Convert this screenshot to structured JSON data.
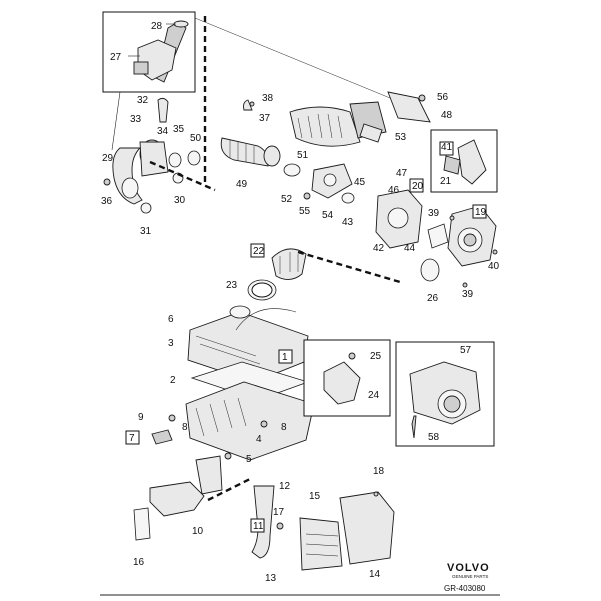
{
  "labels": {
    "p1": "1",
    "p2": "2",
    "p3": "3",
    "p4": "4",
    "p5": "5",
    "p6": "6",
    "p7": "7",
    "p8a": "8",
    "p8b": "8",
    "p9": "9",
    "p10": "10",
    "p11": "11",
    "p12": "12",
    "p13": "13",
    "p14": "14",
    "p15": "15",
    "p16": "16",
    "p17": "17",
    "p18": "18",
    "p19": "19",
    "p20": "20",
    "p21": "21",
    "p22": "22",
    "p23": "23",
    "p24": "24",
    "p25": "25",
    "p26": "26",
    "p27": "27",
    "p28": "28",
    "p29": "29",
    "p30": "30",
    "p31": "31",
    "p32": "32",
    "p33": "33",
    "p34": "34",
    "p35": "35",
    "p36": "36",
    "p37": "37",
    "p38": "38",
    "p39a": "39",
    "p39b": "39",
    "p40": "40",
    "p41": "41",
    "p42": "42",
    "p43": "43",
    "p44": "44",
    "p45": "45",
    "p46": "46",
    "p47": "47",
    "p48": "48",
    "p49": "49",
    "p50": "50",
    "p51": "51",
    "p52": "52",
    "p53": "53",
    "p54": "54",
    "p55": "55",
    "p56": "56",
    "p57": "57",
    "p58": "58"
  },
  "brand": {
    "name": "VOLVO",
    "tagline": "GENUINE PARTS",
    "drawing_code": "GR-403080"
  }
}
